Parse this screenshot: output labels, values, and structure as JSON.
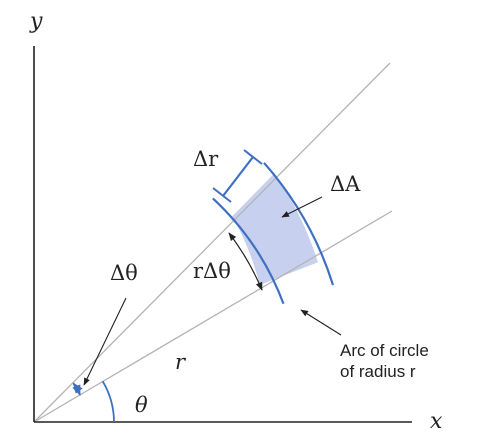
{
  "labels": {
    "y_axis": "y",
    "x_axis": "x",
    "delta_r": "Δr",
    "delta_A": "ΔA",
    "r_delta_theta": "rΔθ",
    "delta_theta": "Δθ",
    "r": "r",
    "theta": "θ",
    "arc_note_line1": "Arc of circle",
    "arc_note_line2": "of radius r"
  },
  "colors": {
    "axes": "#222222",
    "rays": "#b4b4b4",
    "arcs": "#3f6fc1",
    "region_fill": "#c7d0ee",
    "text": "#222222"
  }
}
